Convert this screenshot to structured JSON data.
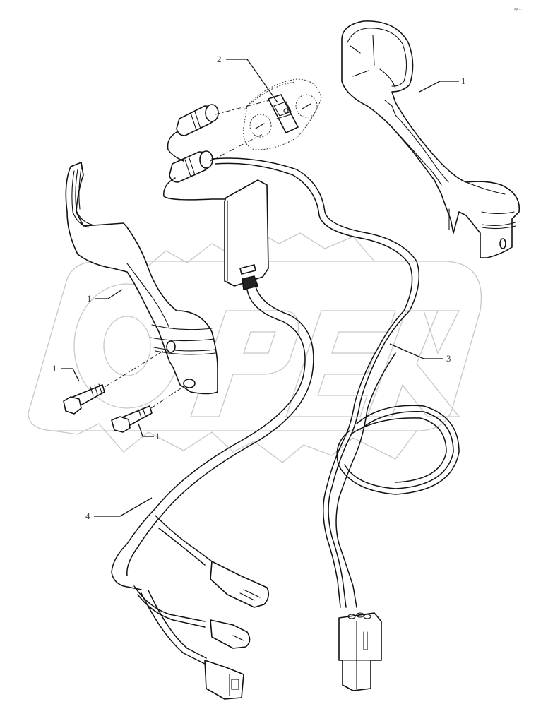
{
  "diagram": {
    "type": "exploded-parts-view",
    "subject": "Joystick handle and wiring harness assembly",
    "corner_code": "sp ...",
    "watermark_text": "OPEX",
    "callouts": [
      {
        "id": "c1a",
        "label": "1",
        "part": "joystick-grip-right"
      },
      {
        "id": "c2",
        "label": "2",
        "part": "rocker-switch"
      },
      {
        "id": "c1b",
        "label": "1",
        "part": "joystick-grip-left"
      },
      {
        "id": "c1c",
        "label": "1",
        "part": "bolt-upper"
      },
      {
        "id": "c1d",
        "label": "1",
        "part": "bolt-lower"
      },
      {
        "id": "c3",
        "label": "3",
        "part": "wiring-harness-long"
      },
      {
        "id": "c4",
        "label": "4",
        "part": "wiring-harness-branched"
      }
    ],
    "colors": {
      "line": "#111111",
      "watermark": "#c8c8c8",
      "background": "#ffffff"
    }
  }
}
